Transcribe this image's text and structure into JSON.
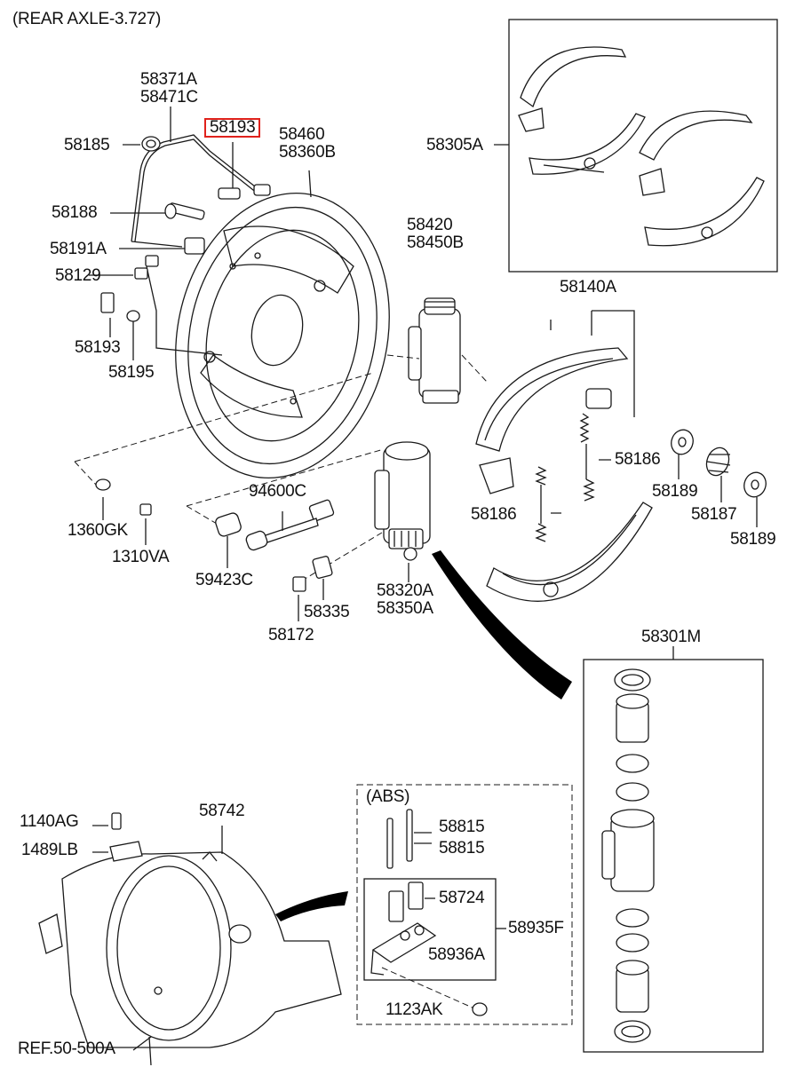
{
  "header": {
    "title": "(REAR AXLE-3.727)"
  },
  "highlight_color": "#e0221c",
  "labels": {
    "p58371A": "58371A",
    "p58471C": "58471C",
    "p58193_top": "58193",
    "p58460": "58460",
    "p58360B": "58360B",
    "p58185": "58185",
    "p58305A": "58305A",
    "p58188": "58188",
    "p58420": "58420",
    "p58450B": "58450B",
    "p58191A": "58191A",
    "p58129": "58129",
    "p58140A": "58140A",
    "p58193_mid": "58193",
    "p58195": "58195",
    "p58186_right": "58186",
    "p58189_left": "58189",
    "p58186_left": "58186",
    "p58187": "58187",
    "p58189_right": "58189",
    "p94600C": "94600C",
    "p1360GK": "1360GK",
    "p1310VA": "1310VA",
    "p59423C": "59423C",
    "p58320A": "58320A",
    "p58350A": "58350A",
    "p58335": "58335",
    "p58172": "58172",
    "p58301M": "58301M",
    "p58742": "58742",
    "p1140AG": "1140AG",
    "p1489LB": "1489LB",
    "abs": "(ABS)",
    "p58815_a": "58815",
    "p58815_b": "58815",
    "p58724": "58724",
    "p58935F": "58935F",
    "p58936A": "58936A",
    "p1123AK": "1123AK",
    "ref": "REF.50-500A"
  }
}
